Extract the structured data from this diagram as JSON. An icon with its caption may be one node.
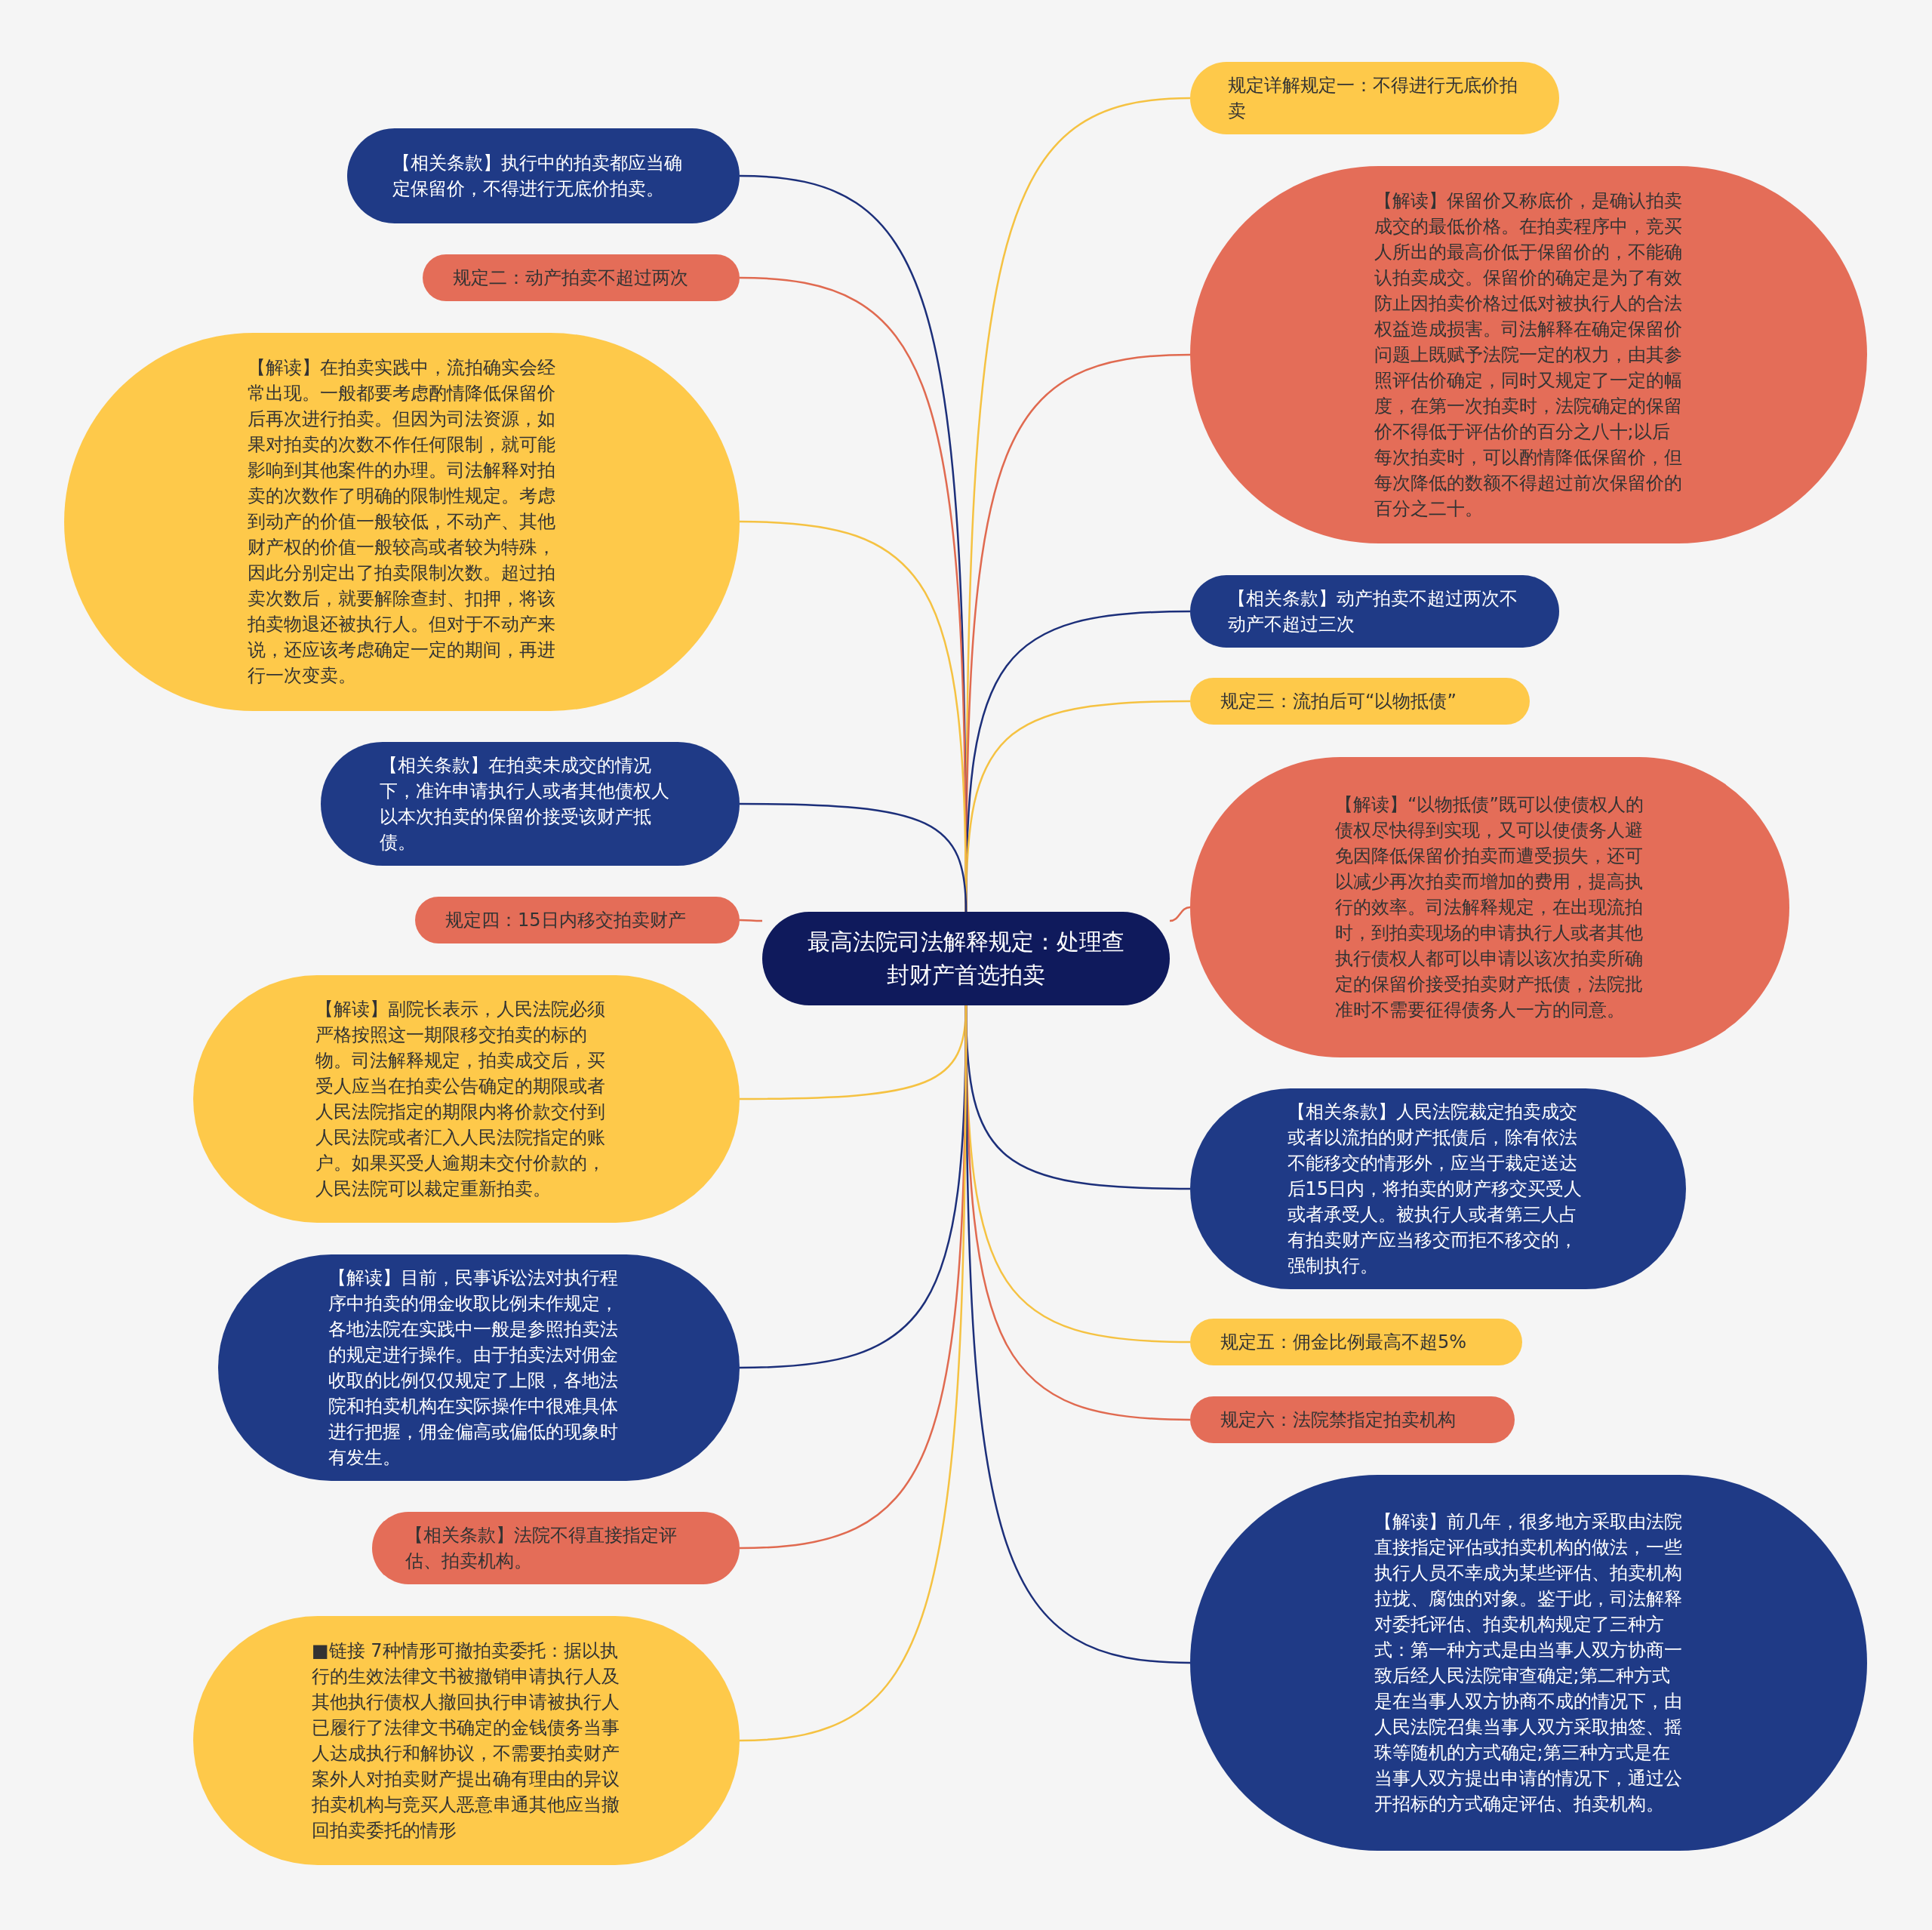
{
  "diagram": {
    "nodes": [
      {
        "text": [
          "最高法院司法解释规定：处理查封财产首选拍卖"
        ]
      },
      {
        "text": [
          "规定详解规定一：不得进行无底价拍卖"
        ]
      },
      {
        "text": [
          "【解读】保留价又称底价，是确认拍卖成交的最低价格。在拍卖程序中，竞买人所出的最高价低于保留价的，不能确认拍卖成交。保留价的确定是为了有效防止因拍卖价格过低对被执行人的合法权益造成损害。司法解释在确定保留价问题上既赋予法院一定的权力，由其参照评估价确定，同时又规定了一定的幅度，在第一次拍卖时，法院确定的保留价不得低于评估价的百分之八十;以后每次拍卖时，可以酌情降低保留价，但每次降低的数额不得超过前次保留价的百分之二十。"
        ]
      },
      {
        "text": [
          "【相关条款】动产拍卖不超过两次不动产不超过三次"
        ]
      },
      {
        "text": [
          "规定三：流拍后可“以物抵债”"
        ]
      },
      {
        "text": [
          "【解读】“以物抵债”既可以使债权人的债权尽快得到实现，又可以使债务人避免因降低保留价拍卖而遭受损失，还可以减少再次拍卖而增加的费用，提高执行的效率。司法解释规定，在出现流拍时，到拍卖现场的申请执行人或者其他执行债权人都可以申请以该次拍卖所确定的保留价接受拍卖财产抵债，法院批准时不需要征得债务人一方的同意。"
        ]
      },
      {
        "text": [
          "【相关条款】人民法院裁定拍卖成交或者以流拍的财产抵债后，除有依法不能移交的情形外，应当于裁定送达后15日内，将拍卖的财产移交买受人或者承受人。被执行人或者第三人占有拍卖财产应当移交而拒不移交的，强制执行。"
        ]
      },
      {
        "text": [
          "规定五：佣金比例最高不超5%"
        ]
      },
      {
        "text": [
          "规定六：法院禁指定拍卖机构"
        ]
      },
      {
        "text": [
          "【解读】前几年，很多地方采取由法院直接指定评估或拍卖机构的做法，一些执行人员不幸成为某些评估、拍卖机构拉拢、腐蚀的对象。鉴于此，司法解释对委托评估、拍卖机构规定了三种方式：第一种方式是由当事人双方协商一致后经人民法院审查确定;第二种方式是在当事人双方协商不成的情况下，由人民法院召集当事人双方采取抽签、摇珠等随机的方式确定;第三种方式是在当事人双方提出申请的情况下，通过公开招标的方式确定评估、拍卖机构。"
        ]
      },
      {
        "text": [
          "【相关条款】执行中的拍卖都应当确定保留价，不得进行无底价拍卖。"
        ]
      },
      {
        "text": [
          "规定二：动产拍卖不超过两次"
        ]
      },
      {
        "text": [
          "【解读】在拍卖实践中，流拍确实会经常出现。一般都要考虑酌情降低保留价后再次进行拍卖。但因为司法资源，如果对拍卖的次数不作任何限制，就可能影响到其他案件的办理。司法解释对拍卖的次数作了明确的限制性规定。考虑到动产的价值一般较低，不动产、其他财产权的价值一般较高或者较为特殊，因此分别定出了拍卖限制次数。超过拍卖次数后，就要解除查封、扣押，将该拍卖物退还被执行人。但对于不动产来说，还应该考虑确定一定的期间，再进行一次变卖。"
        ]
      },
      {
        "text": [
          "【相关条款】在拍卖未成交的情况下，准许申请执行人或者其他债权人以本次拍卖的保留价接受该财产抵债。"
        ]
      },
      {
        "text": [
          "规定四：15日内移交拍卖财产"
        ]
      },
      {
        "text": [
          "【解读】副院长表示，人民法院必须严格按照这一期限移交拍卖的标的物。司法解释规定，拍卖成交后，买受人应当在拍卖公告确定的期限或者人民法院指定的期限内将价款交付到人民法院或者汇入人民法院指定的账户。如果买受人逾期未交付价款的，人民法院可以裁定重新拍卖。"
        ]
      },
      {
        "text": [
          "【解读】目前，民事诉讼法对执行程序中拍卖的佣金收取比例未作规定，各地法院在实践中一般是参照拍卖法的规定进行操作。由于拍卖法对佣金收取的比例仅仅规定了上限，各地法院和拍卖机构在实际操作中很难具体进行把握，佣金偏高或偏低的现象时有发生。"
        ]
      },
      {
        "text": [
          "【相关条款】法院不得直接指定评估、拍卖机构。"
        ]
      },
      {
        "text": [
          "■链接 7种情形可撤拍卖委托：据以执行的生效法律文书被撤销申请执行人及其他执行债权人撤回执行申请被执行人已履行了法律文书确定的金钱债务当事人达成执行和解协议，不需要拍卖财产案外人对拍卖财产提出确有理由的异议拍卖机构与竞买人恶意串通其他应当撤回拍卖委托的情形"
        ]
      }
    ],
    "edges": [
      {
        "from": 0,
        "to": 1,
        "arrow": "none",
        "color": "#f5c242"
      },
      {
        "from": 0,
        "to": 2,
        "arrow": "none",
        "color": "#e06a50"
      },
      {
        "from": 0,
        "to": 3,
        "arrow": "none",
        "color": "#1c2f7a"
      },
      {
        "from": 0,
        "to": 4,
        "arrow": "none",
        "color": "#f5c242"
      },
      {
        "from": 0,
        "to": 5,
        "arrow": "none",
        "color": "#e06a50"
      },
      {
        "from": 0,
        "to": 6,
        "arrow": "none",
        "color": "#1c2f7a"
      },
      {
        "from": 0,
        "to": 7,
        "arrow": "none",
        "color": "#f5c242"
      },
      {
        "from": 0,
        "to": 8,
        "arrow": "none",
        "color": "#e06a50"
      },
      {
        "from": 0,
        "to": 9,
        "arrow": "none",
        "color": "#1c2f7a"
      },
      {
        "from": 0,
        "to": 10,
        "arrow": "none",
        "color": "#1c2f7a"
      },
      {
        "from": 0,
        "to": 11,
        "arrow": "none",
        "color": "#e06a50"
      },
      {
        "from": 0,
        "to": 12,
        "arrow": "none",
        "color": "#f5c242"
      },
      {
        "from": 0,
        "to": 13,
        "arrow": "none",
        "color": "#1c2f7a"
      },
      {
        "from": 0,
        "to": 14,
        "arrow": "none",
        "color": "#e06a50"
      },
      {
        "from": 0,
        "to": 15,
        "arrow": "none",
        "color": "#f5c242"
      },
      {
        "from": 0,
        "to": 16,
        "arrow": "none",
        "color": "#1c2f7a"
      },
      {
        "from": 0,
        "to": 17,
        "arrow": "none",
        "color": "#e06a50"
      },
      {
        "from": 0,
        "to": 18,
        "arrow": "none",
        "color": "#f5c242"
      }
    ]
  }
}
